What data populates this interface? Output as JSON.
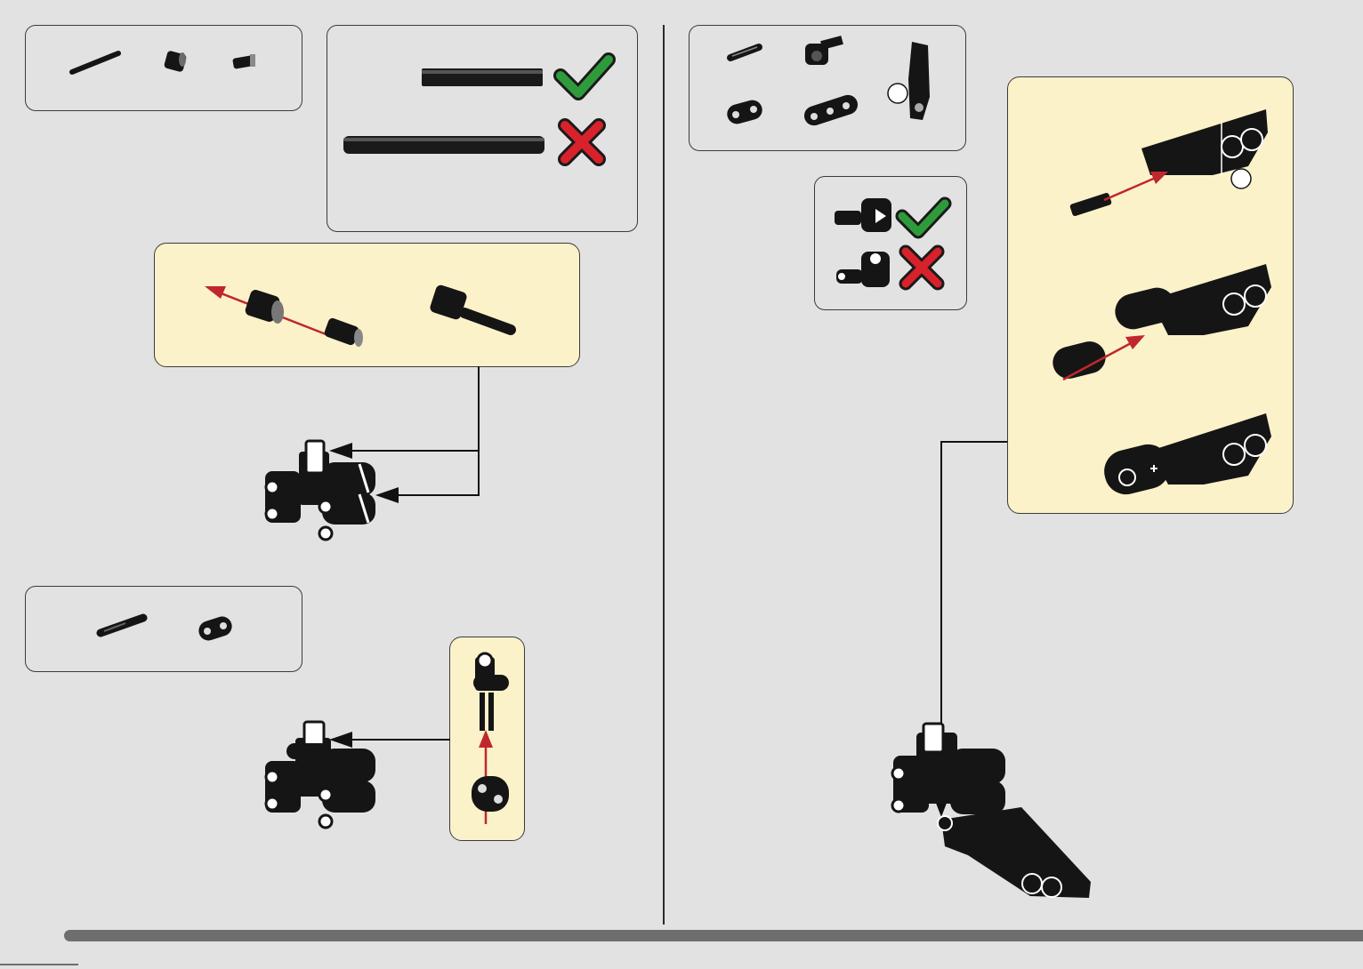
{
  "page": {
    "background": "#e2e2e2",
    "substep_bg": "#fbf2c9",
    "footer_bar_color": "#6e6e6e"
  },
  "colors": {
    "correct": "#2e9b3a",
    "wrong": "#d7212b",
    "arrow": "#c0272d",
    "part": "#151515"
  },
  "steps": [
    {
      "parts": [
        "axle-long",
        "bush",
        "axle-pin"
      ],
      "notes": [
        "length-check-correct",
        "length-check-wrong"
      ]
    },
    {
      "parts": [
        "axle-pin",
        "bush",
        "connector-end",
        "thin-liftarm-3",
        "angled-liftarm"
      ],
      "notes": [
        "connector-check-correct",
        "connector-check-wrong"
      ]
    },
    {
      "parts": [
        "axle-pin",
        "thin-liftarm-2"
      ]
    }
  ],
  "icons": [
    "check-icon",
    "cross-icon",
    "assembly-arrow-icon"
  ]
}
